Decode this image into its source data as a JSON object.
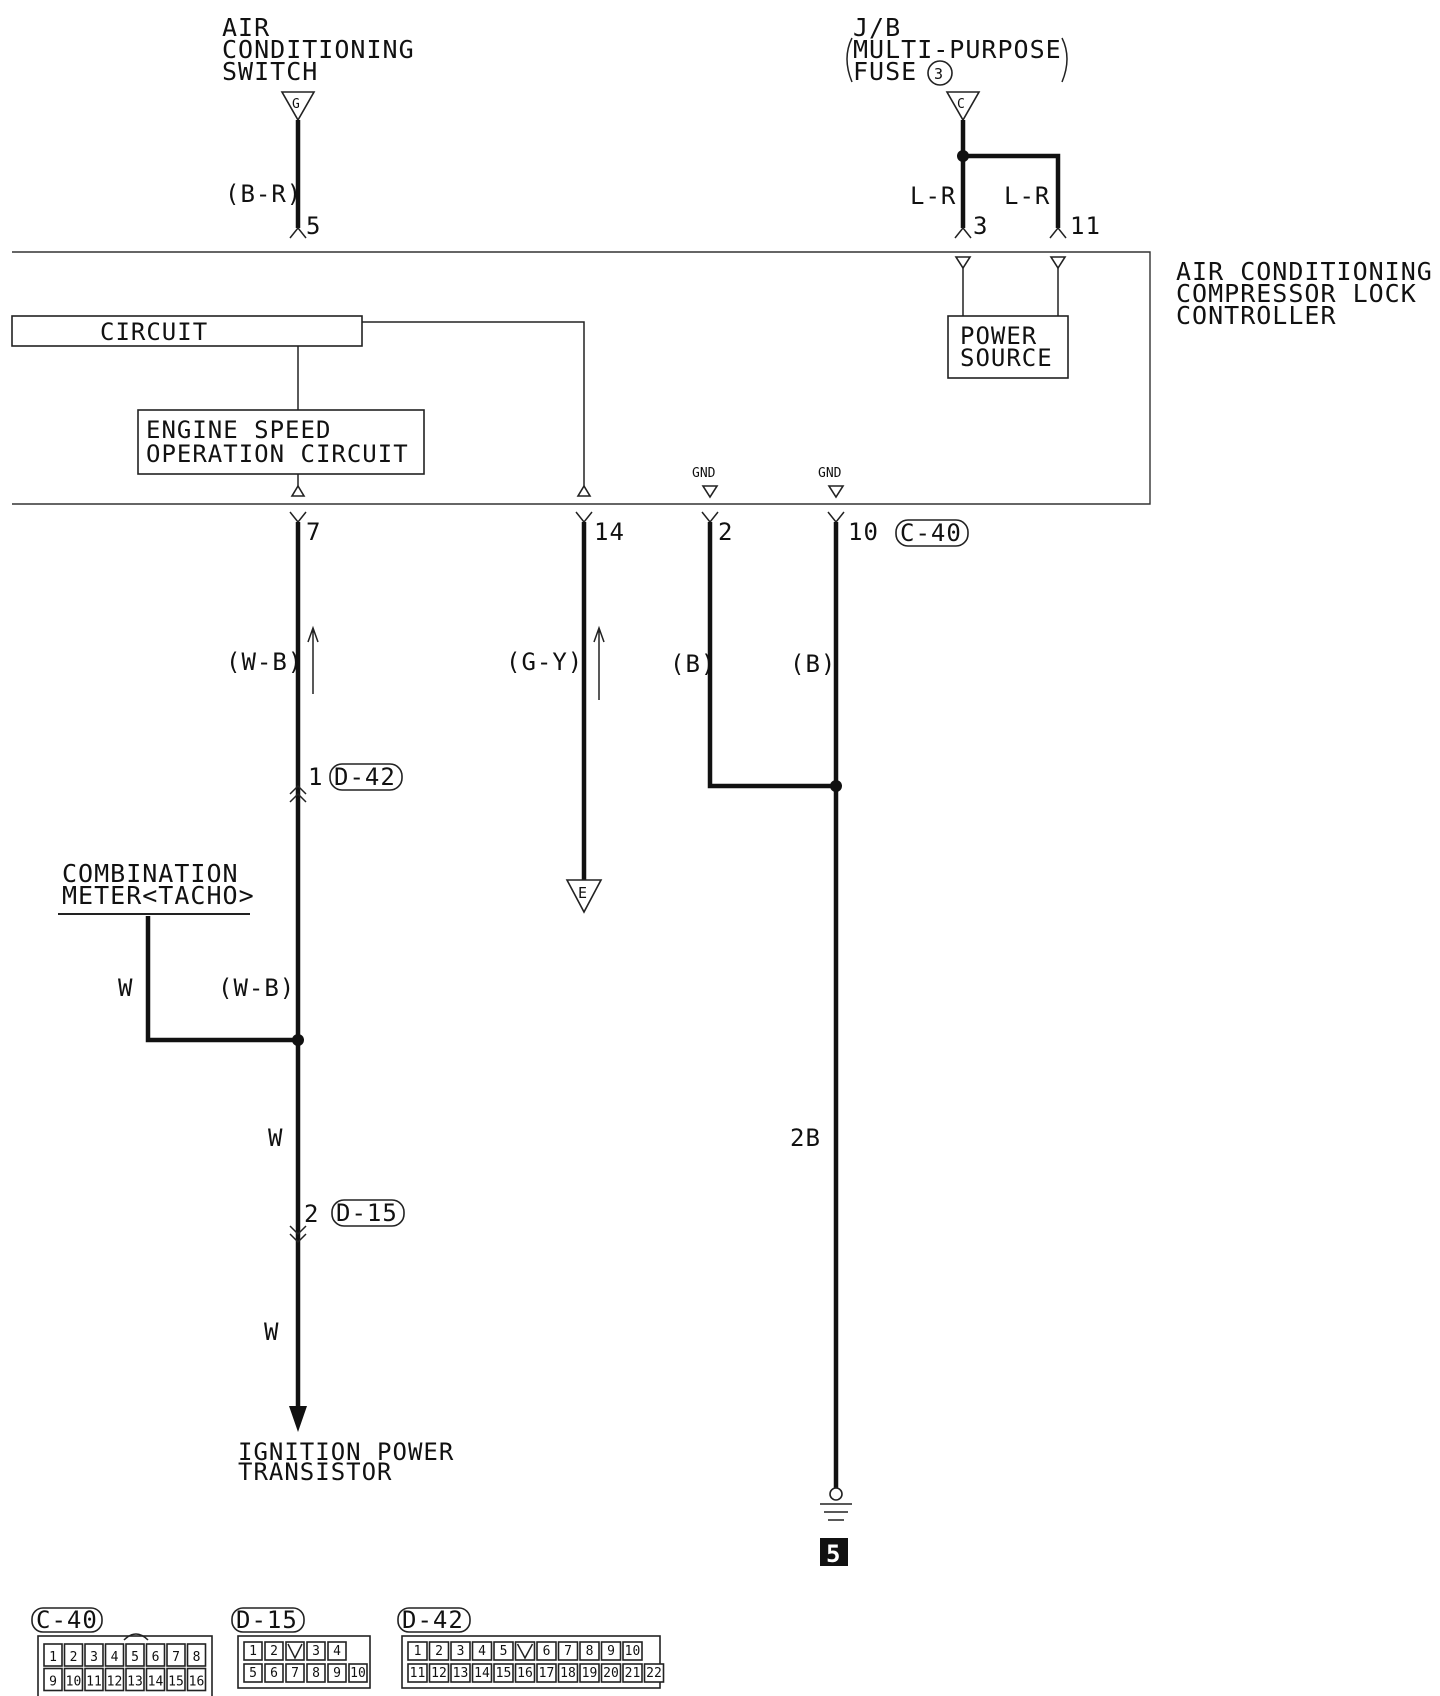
{
  "top": {
    "ac_switch": [
      "AIR",
      "CONDITIONING",
      "SWITCH"
    ],
    "ac_switch_conn": "G",
    "jb": [
      "J/B",
      "MULTI-PURPOSE",
      "FUSE"
    ],
    "jb_fuse_no": "3",
    "jb_conn": "C"
  },
  "controller": {
    "name": [
      "AIR CONDITIONING",
      "COMPRESSOR LOCK",
      "CONTROLLER"
    ],
    "circuit": "CIRCUIT",
    "engine_speed": [
      "ENGINE SPEED",
      "OPERATION CIRCUIT"
    ],
    "power_source": [
      "POWER",
      "SOURCE"
    ],
    "gnd": "GND"
  },
  "pins": {
    "p5": "5",
    "p3": "3",
    "p11": "11",
    "p7": "7",
    "p14": "14",
    "p2": "2",
    "p10": "10",
    "d42_1": "1",
    "d15_2": "2"
  },
  "wires": {
    "b_r": "(B-R)",
    "l_r": "L-R",
    "w_b": "(W-B)",
    "g_y": "(G-Y)",
    "b": "(B)",
    "w": "W",
    "two_b": "2B"
  },
  "connectors": {
    "c40": "C-40",
    "d42": "D-42",
    "d15": "D-15"
  },
  "terminals": {
    "e": "E"
  },
  "components": {
    "combination_meter": [
      "COMBINATION",
      "METER<TACHO>"
    ],
    "ignition": [
      "IGNITION POWER",
      "TRANSISTOR"
    ]
  },
  "ground_no": "5",
  "connector_pins": {
    "c40_row1": [
      "1",
      "2",
      "3",
      "4",
      "5",
      "6",
      "7",
      "8"
    ],
    "c40_row2": [
      "9",
      "10",
      "11",
      "12",
      "13",
      "14",
      "15",
      "16"
    ],
    "d15_row1": [
      "1",
      "2",
      "",
      "3",
      "4"
    ],
    "d15_row2": [
      "5",
      "6",
      "7",
      "8",
      "9",
      "10"
    ],
    "d42_row1": [
      "1",
      "2",
      "3",
      "4",
      "5",
      "",
      "6",
      "7",
      "8",
      "9",
      "10"
    ],
    "d42_row2": [
      "11",
      "12",
      "13",
      "14",
      "15",
      "16",
      "17",
      "18",
      "19",
      "20",
      "21",
      "22"
    ]
  }
}
